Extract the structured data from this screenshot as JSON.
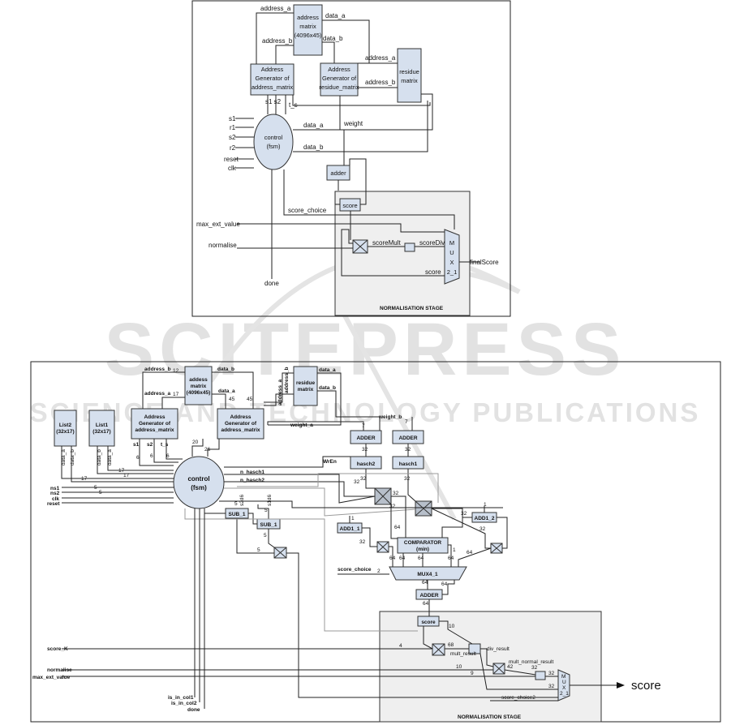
{
  "watermark": {
    "main": "SCITEPRESS",
    "sub": "SCIENCE AND TECHNOLOGY PUBLICATIONS"
  },
  "top": {
    "blocks": {
      "address_matrix": [
        "address",
        "matrix",
        "(4096x45)"
      ],
      "addr_gen_a": [
        "Address",
        "Generator of",
        "address_matrix"
      ],
      "addr_gen_r": [
        "Address",
        "Generator of",
        "residue_matrix"
      ],
      "residue": [
        "residue",
        "matrix"
      ],
      "control": [
        "control",
        "(fsm)"
      ],
      "adder": "adder",
      "score": "score",
      "mux": [
        "M",
        "U",
        "X",
        "2_1"
      ]
    },
    "signals": {
      "address_a": "address_a",
      "data_a": "data_a",
      "address_b": "address_b",
      "data_b": "data_b",
      "res_address_a": "address_a",
      "res_address_b": "address_b",
      "s1s2": "s1 s2",
      "t_s": "t_s",
      "s1": "s1",
      "r1": "r1",
      "s2": "s2",
      "r2": "r2",
      "reset": "reset",
      "clk": "clk",
      "ctrl_data_a": "data_a",
      "ctrl_data_b": "data_b",
      "weight": "weight",
      "score_choice": "score_choice",
      "max_ext_value": "max_ext_value",
      "normalise": "normalise",
      "scoreMult": "scoreMult",
      "scoreDiv": "scoreDiv",
      "score_fb": "score",
      "finalScore": "finalScore",
      "done": "done"
    },
    "stage_label": "NORMALISATION STAGE"
  },
  "bottom": {
    "blocks": {
      "address_matrix": [
        "addess",
        "matrix",
        "(4096x45)"
      ],
      "residue": [
        "residue",
        "matrix"
      ],
      "list2": [
        "List2",
        "(32x17)"
      ],
      "list1": [
        "List1",
        "(32x17)"
      ],
      "addr_gen_1": [
        "Address",
        "Generator of",
        "address_matrix"
      ],
      "addr_gen_2": [
        "Address",
        "Generator of",
        "address_matrix"
      ],
      "control": [
        "control",
        "(fsm)"
      ],
      "adder_l": "ADDER",
      "adder_r": "ADDER",
      "hasch2": "hasch2",
      "hasch1": "hasch1",
      "sub1a": "SUB_1",
      "sub1b": "SUB_1",
      "add1_1": "ADD1_1",
      "add1_2": "ADD1_2",
      "comparator": [
        "COMPARATOR",
        "(min)"
      ],
      "mux4": "MUX4_1",
      "adder_c": "ADDER",
      "score": "score",
      "mux2": [
        "M",
        "U",
        "X",
        "2_1"
      ]
    },
    "signals": {
      "address_b": "address_b",
      "data_b_top": "data_b",
      "address_a": "address_a",
      "data_a_mid": "data_a",
      "res_data_a": "data_a",
      "res_data_b": "data_b",
      "res_address_a": "address_a",
      "res_address_b": "address_b",
      "weight_a": "weight_a",
      "weight_b": "weight_b",
      "list_data_a": "data_a",
      "list_data_b": "data_b",
      "s1": "s1",
      "s2": "s2",
      "t_s": "t_s",
      "ns1": "ns1",
      "ns2": "ns2",
      "clk": "clk",
      "reset": "reset",
      "WrEn": "WrEn",
      "n_hasch1": "n_hasch1",
      "n_hasch2": "n_hasch2",
      "score_choice": "score_choice",
      "score_K": "score_K",
      "normalise": "normalise",
      "max_ext_value": "max_ext_value",
      "mult_result": "mult_result",
      "div_result": "div_result",
      "mult_normal_result": "mult_normal_result",
      "score_choice2": "score_choice2",
      "is_in_col1": "is_in_col1",
      "is_in_col2": "is_in_col2",
      "done": "done",
      "s2d6": "s2d6",
      "s1d6": "s1d6",
      "score_out": "score"
    },
    "widths": {
      "w12": "12",
      "w17": "17",
      "w45a": "45",
      "w45b": "45",
      "w7a": "7",
      "w7b": "7",
      "w32a": "32",
      "w32b": "32",
      "w32c": "32",
      "w32d": "32",
      "w32e": "32",
      "w32f": "32",
      "w32g": "32",
      "w32h": "32",
      "w32i": "32",
      "w32j": "32",
      "w6a": "6",
      "w6b": "6",
      "w6c": "6",
      "w20": "20",
      "w26": "26",
      "w17b": "17",
      "w17c": "17",
      "w17d": "17",
      "w5a": "5",
      "w5b": "5",
      "w5c": "5",
      "w5d": "5",
      "w5e": "5",
      "w5f": "5",
      "w1a": "1",
      "w1b": "1",
      "w1c": "1",
      "w2": "2",
      "w64a": "64",
      "w64b": "64",
      "w64c": "64",
      "w64d": "64",
      "w64e": "64",
      "w64f": "64",
      "w64g": "64",
      "w64h": "64",
      "w64i": "64",
      "w10a": "10",
      "w10b": "10",
      "w4": "4",
      "w68": "68",
      "w42": "42",
      "w9": "9",
      "w32k": "32",
      "w32l": "32",
      "w32m": "32"
    },
    "stage_label": "NORMALISATION STAGE"
  }
}
